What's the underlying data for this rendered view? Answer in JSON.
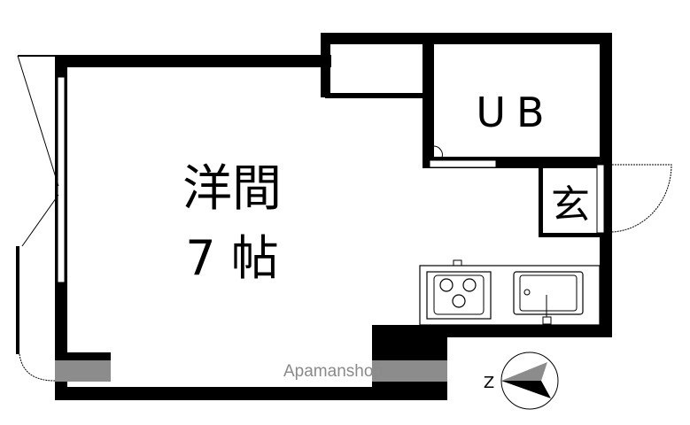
{
  "floorplan": {
    "room_main": {
      "name": "洋間",
      "size": "7 帖"
    },
    "bath": {
      "name": "UB"
    },
    "entrance": {
      "name": "玄"
    },
    "compass": {
      "north_label": "Z"
    },
    "watermark": "Apamanshop"
  },
  "colors": {
    "wall": "#000000",
    "gray_strip": "#8c8c8c",
    "watermark": "#8a8a8a"
  }
}
